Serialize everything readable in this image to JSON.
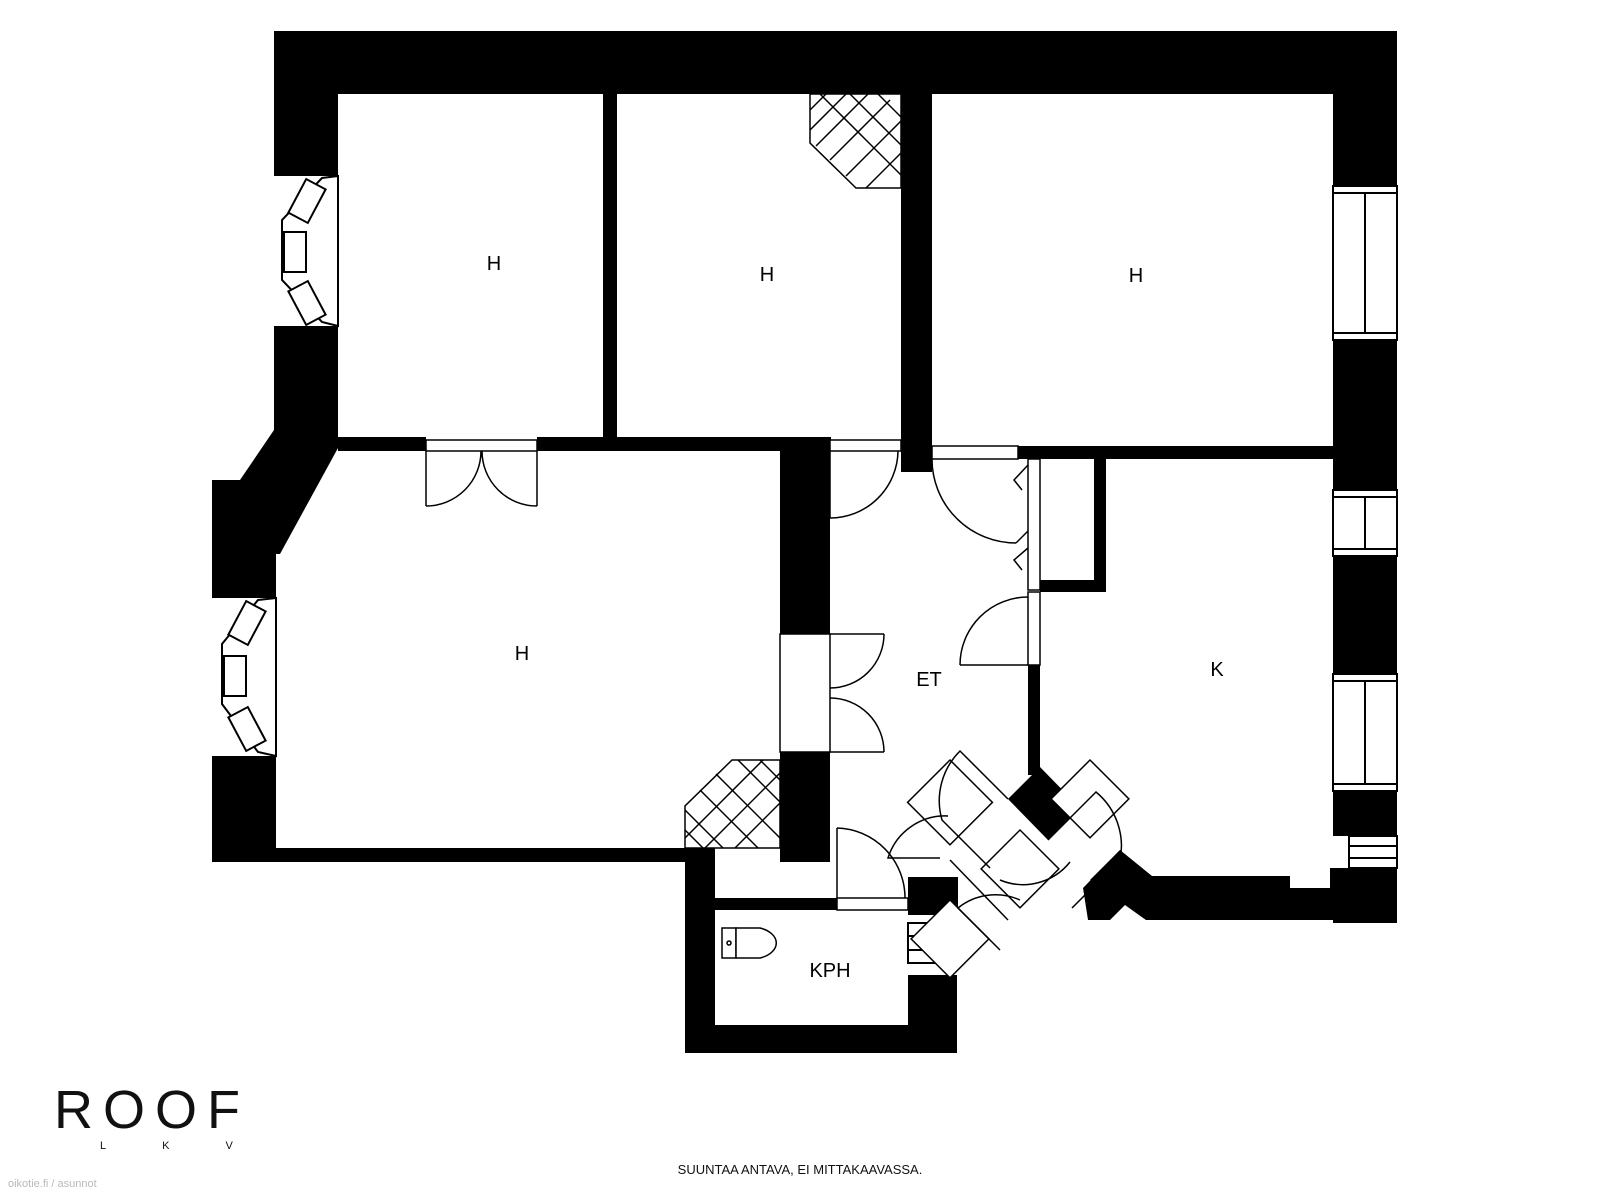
{
  "rooms": [
    {
      "id": "bedroom-1",
      "label": "H"
    },
    {
      "id": "bedroom-2",
      "label": "H"
    },
    {
      "id": "bedroom-3",
      "label": "H"
    },
    {
      "id": "living-room",
      "label": "H"
    },
    {
      "id": "hall",
      "label": "ET"
    },
    {
      "id": "kitchen",
      "label": "K"
    },
    {
      "id": "bathroom",
      "label": "KPH"
    }
  ],
  "logo": {
    "main": "ROOF",
    "sub": "LKV"
  },
  "disclaimer": "SUUNTAA ANTAVA, EI MITTAKAAVASSA.",
  "watermark": "oikotie.fi / asunnot",
  "colors": {
    "wall": "#000000",
    "background": "#ffffff"
  }
}
